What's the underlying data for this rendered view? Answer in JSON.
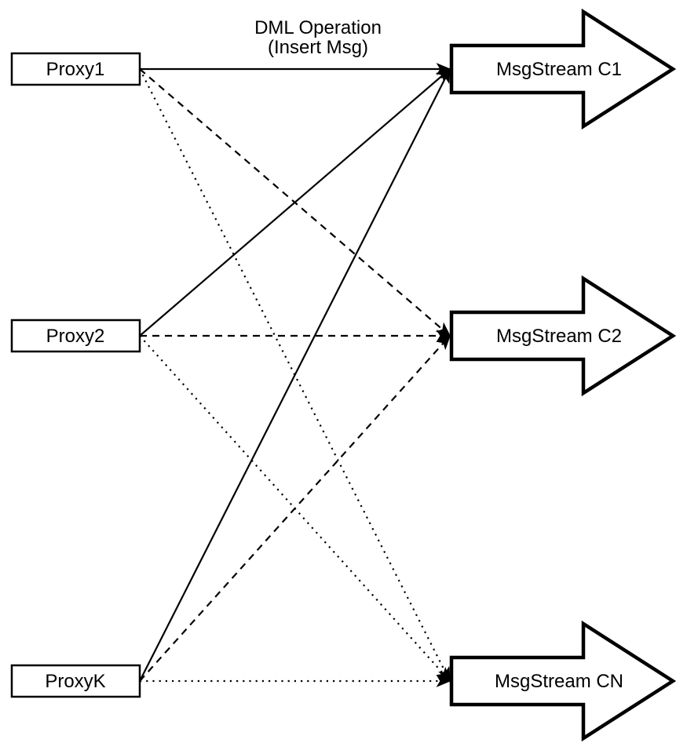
{
  "diagram": {
    "background_color": "#ffffff",
    "line_color": "#000000",
    "shape_fill": "#ffffff"
  },
  "annotation": {
    "line1": "DML Operation",
    "line2": "(Insert Msg)"
  },
  "proxies": [
    {
      "id": "proxy1",
      "label": "Proxy1"
    },
    {
      "id": "proxy2",
      "label": "Proxy2"
    },
    {
      "id": "proxyk",
      "label": "ProxyK"
    }
  ],
  "streams": [
    {
      "id": "c1",
      "label": "MsgStream C1"
    },
    {
      "id": "c2",
      "label": "MsgStream C2"
    },
    {
      "id": "cn",
      "label": "MsgStream CN"
    }
  ],
  "connections": [
    {
      "from": "proxy1",
      "to": "c1",
      "style": "solid"
    },
    {
      "from": "proxy1",
      "to": "c2",
      "style": "dashed"
    },
    {
      "from": "proxy1",
      "to": "cn",
      "style": "dotted"
    },
    {
      "from": "proxy2",
      "to": "c1",
      "style": "solid"
    },
    {
      "from": "proxy2",
      "to": "c2",
      "style": "dashed"
    },
    {
      "from": "proxy2",
      "to": "cn",
      "style": "dotted"
    },
    {
      "from": "proxyk",
      "to": "c1",
      "style": "solid"
    },
    {
      "from": "proxyk",
      "to": "c2",
      "style": "dashed"
    },
    {
      "from": "proxyk",
      "to": "cn",
      "style": "dotted"
    }
  ]
}
